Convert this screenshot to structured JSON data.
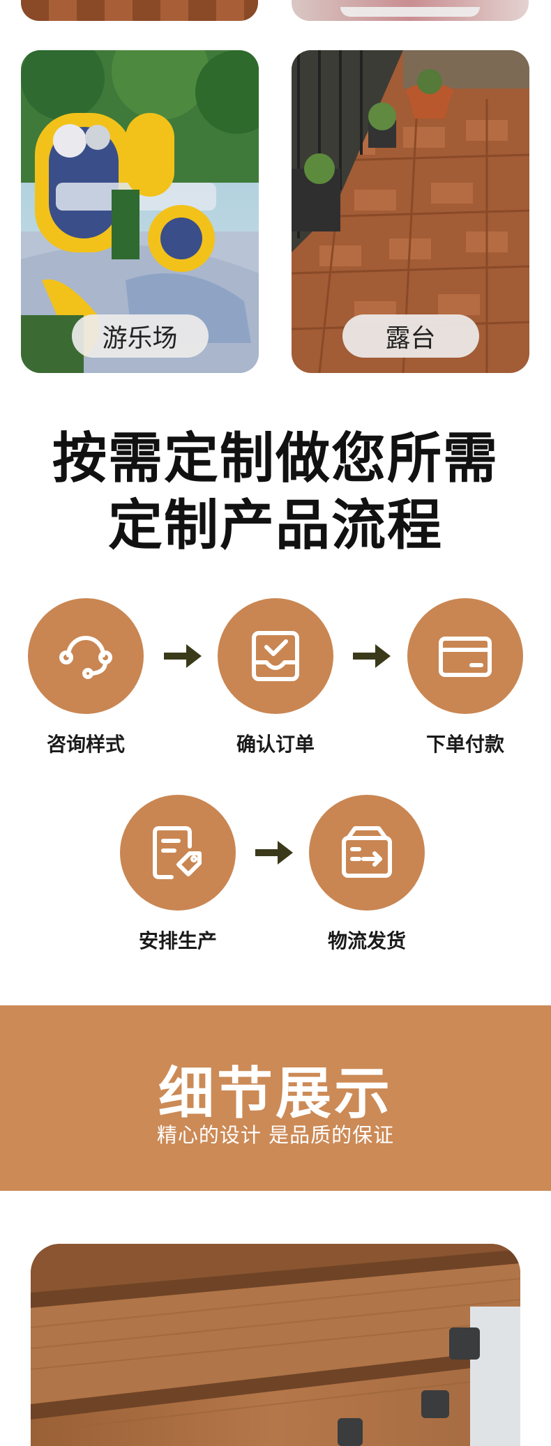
{
  "scenes": [
    {
      "label": "游乐场",
      "image": "playground-photo"
    },
    {
      "label": "露台",
      "image": "terrace-wood-deck-photo"
    }
  ],
  "headline": {
    "line1": "按需定制做您所需",
    "line2": "定制产品流程"
  },
  "process": {
    "steps": [
      {
        "label": "咨询样式",
        "icon": "headset-icon"
      },
      {
        "label": "确认订单",
        "icon": "order-check-icon"
      },
      {
        "label": "下单付款",
        "icon": "card-payment-icon"
      },
      {
        "label": "安排生产",
        "icon": "production-doc-icon"
      },
      {
        "label": "物流发货",
        "icon": "shipping-box-icon"
      }
    ]
  },
  "colors": {
    "accent": "#c98652",
    "banner": "#cc8a56",
    "arrow": "#3a3a1a"
  },
  "details": {
    "title": "细节展示",
    "subtitle": "精心的设计 是品质的保证"
  }
}
